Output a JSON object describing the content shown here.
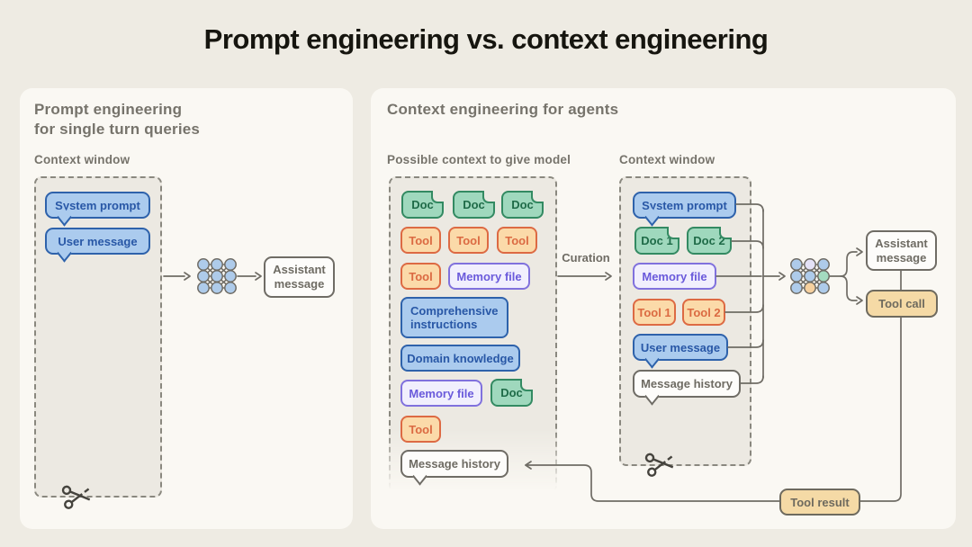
{
  "page": {
    "title": "Prompt engineering vs. context engineering"
  },
  "left_panel": {
    "title_line1": "Prompt engineering",
    "title_line2": "for single turn queries",
    "context_window_label": "Context window",
    "system_prompt": "System prompt",
    "user_message": "User message",
    "assistant_message": "Assistant message"
  },
  "right_panel": {
    "title": "Context engineering for agents",
    "possible_context_label": "Possible context to give model",
    "context_window_label": "Context window",
    "curation_label": "Curation",
    "pool": [
      {
        "type": "doc",
        "label": "Doc"
      },
      {
        "type": "doc",
        "label": "Doc"
      },
      {
        "type": "doc",
        "label": "Doc"
      },
      {
        "type": "tool",
        "label": "Tool"
      },
      {
        "type": "tool",
        "label": "Tool"
      },
      {
        "type": "tool",
        "label": "Tool"
      },
      {
        "type": "tool",
        "label": "Tool"
      },
      {
        "type": "memory",
        "label": "Memory file"
      },
      {
        "type": "instructions",
        "label": "Comprehensive instructions"
      },
      {
        "type": "knowledge",
        "label": "Domain knowledge"
      },
      {
        "type": "memory",
        "label": "Memory file"
      },
      {
        "type": "doc",
        "label": "Doc"
      },
      {
        "type": "tool",
        "label": "Tool"
      },
      {
        "type": "history",
        "label": "Message history"
      }
    ],
    "window": [
      {
        "type": "system",
        "label": "System prompt"
      },
      {
        "type": "doc",
        "label": "Doc 1"
      },
      {
        "type": "doc",
        "label": "Doc 2"
      },
      {
        "type": "memory",
        "label": "Memory file"
      },
      {
        "type": "tool",
        "label": "Tool 1"
      },
      {
        "type": "tool",
        "label": "Tool 2"
      },
      {
        "type": "user",
        "label": "User message"
      },
      {
        "type": "history",
        "label": "Message history"
      }
    ],
    "assistant_message": "Assistant message",
    "tool_call": "Tool call",
    "tool_result": "Tool result"
  },
  "colors": {
    "background": "#EEEBE3",
    "panel": "#FAF8F3",
    "context_box_fill": "#ECE9E2",
    "dashed_border": "#8A887F",
    "blue_fill": "#ABCBEE",
    "blue_border": "#2E62AB",
    "green_fill": "#9FD8BD",
    "green_border": "#338A62",
    "orange_fill": "#FBDAA9",
    "orange_border": "#DD6A43",
    "purple_fill": "#F1EFFD",
    "purple_border": "#8071DD",
    "tan_fill": "#F5DAA6",
    "line": "#6F6C65",
    "title_text": "#16150F",
    "gray_text": "#76736B"
  }
}
